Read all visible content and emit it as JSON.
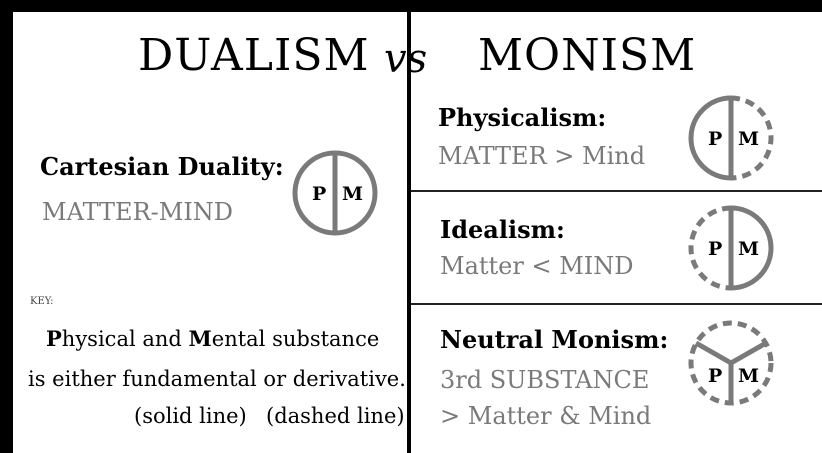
{
  "title": {
    "left": "DUALISM",
    "vs": "vs",
    "right": "MONISM"
  },
  "dualism": {
    "heading": "Cartesian Duality:",
    "subtitle": "MATTER-MIND",
    "symbol": {
      "left": "P",
      "right": "M"
    }
  },
  "key": {
    "label": "KEY:",
    "line1_p": "P",
    "line1_a": "hysical and ",
    "line1_m": "M",
    "line1_b": "ental substance",
    "line2": "is either fundamental or derivative.",
    "line3_a": "(solid line)",
    "line3_b": "(dashed line)"
  },
  "physicalism": {
    "heading": "Physicalism:",
    "subtitle": "MATTER > Mind",
    "symbol": {
      "left": "P",
      "right": "M"
    }
  },
  "idealism": {
    "heading": "Idealism:",
    "subtitle": "Matter < MIND",
    "symbol": {
      "left": "P",
      "right": "M"
    }
  },
  "neutral": {
    "heading": "Neutral Monism:",
    "subtitle_1": "3rd SUBSTANCE",
    "subtitle_2": "> Matter & Mind",
    "symbol": {
      "left": "P",
      "right": "M"
    }
  },
  "colors": {
    "frame": "#000000",
    "symbol": "#7a7a7a",
    "subtitle": "#7a7a7a"
  }
}
